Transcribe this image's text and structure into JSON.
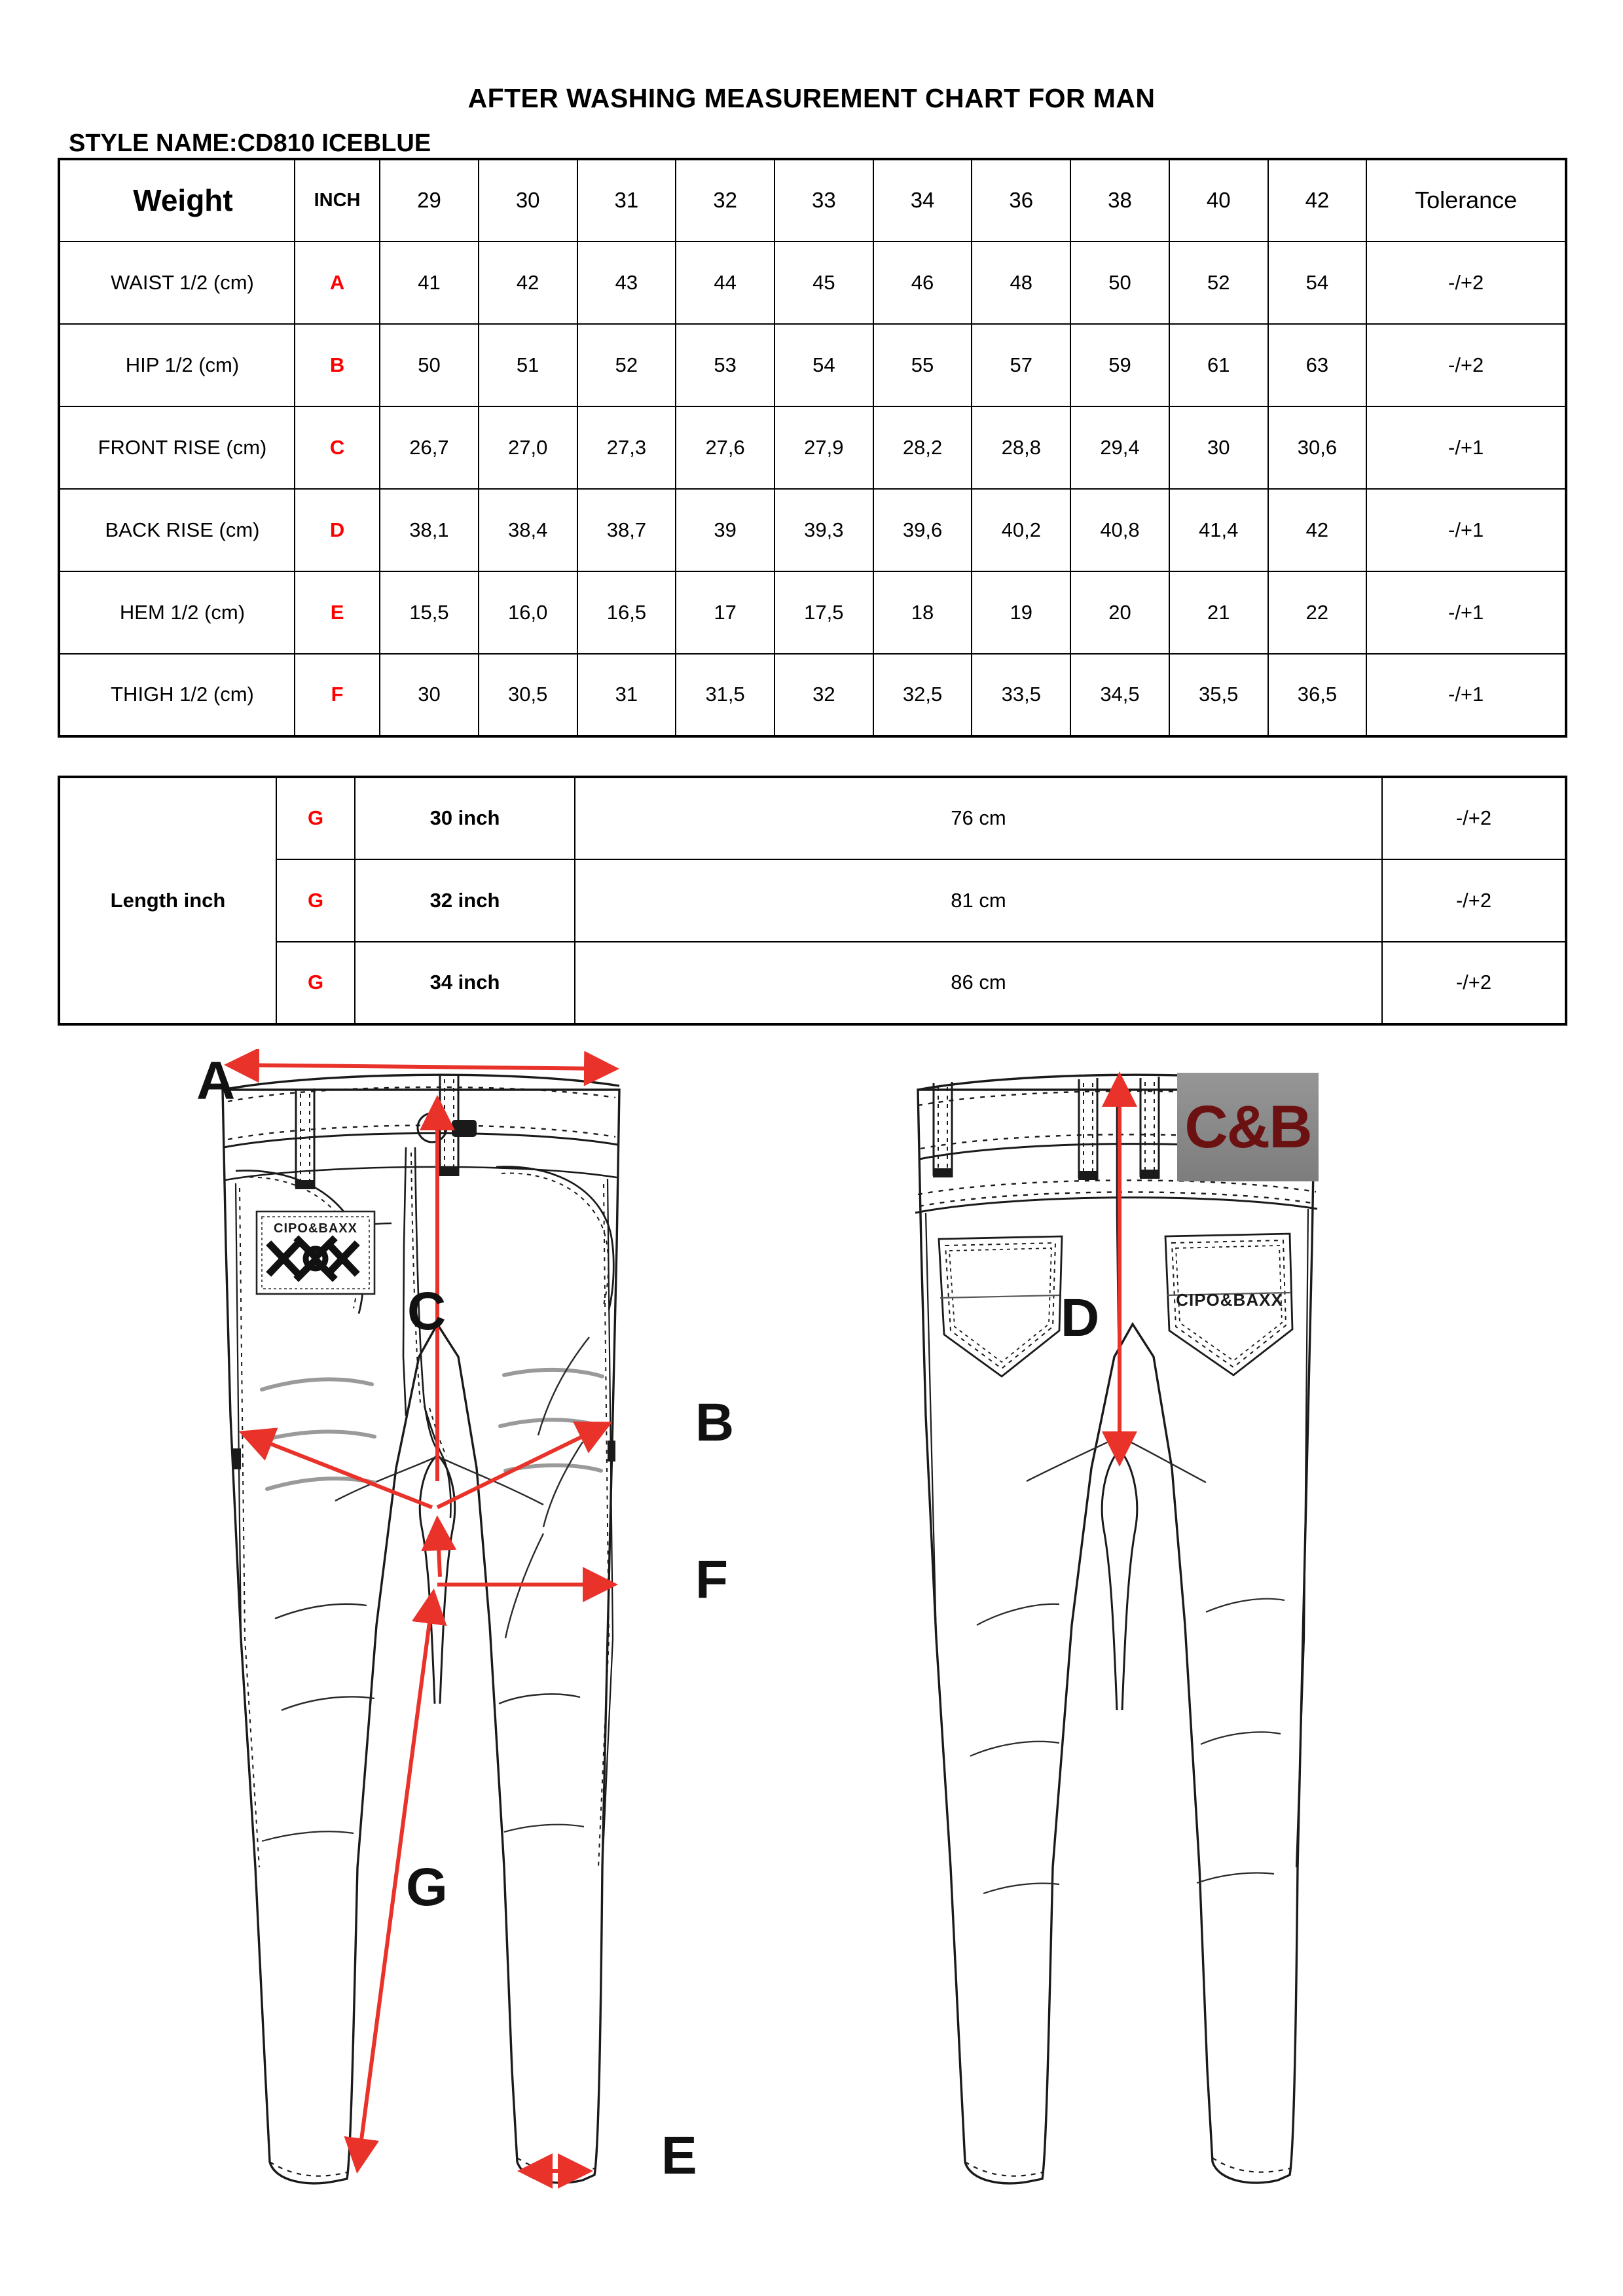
{
  "document": {
    "title": "AFTER WASHING MEASUREMENT CHART FOR MAN",
    "style_name": "STYLE NAME:CD810 ICEBLUE"
  },
  "colors": {
    "code_red": "#ff0000",
    "arrow_red": "#e8322a",
    "text_black": "#000000",
    "brand_patch_bg": "#8a8a8a",
    "brand_patch_text": "#6b1111"
  },
  "chart_data": {
    "type": "table",
    "title": "AFTER WASHING MEASUREMENT CHART FOR MAN",
    "header": {
      "row_label": "Weight",
      "code_label": "INCH",
      "tolerance_label": "Tolerance"
    },
    "categories": [
      "29",
      "30",
      "31",
      "32",
      "33",
      "34",
      "36",
      "38",
      "40",
      "42"
    ],
    "rows": [
      {
        "label": "WAIST 1/2 (cm)",
        "code": "A",
        "values": [
          "41",
          "42",
          "43",
          "44",
          "45",
          "46",
          "48",
          "50",
          "52",
          "54"
        ],
        "tolerance": "-/+2"
      },
      {
        "label": "HIP 1/2 (cm)",
        "code": "B",
        "values": [
          "50",
          "51",
          "52",
          "53",
          "54",
          "55",
          "57",
          "59",
          "61",
          "63"
        ],
        "tolerance": "-/+2"
      },
      {
        "label": "FRONT RISE (cm)",
        "code": "C",
        "values": [
          "26,7",
          "27,0",
          "27,3",
          "27,6",
          "27,9",
          "28,2",
          "28,8",
          "29,4",
          "30",
          "30,6"
        ],
        "tolerance": "-/+1"
      },
      {
        "label": "BACK RISE (cm)",
        "code": "D",
        "values": [
          "38,1",
          "38,4",
          "38,7",
          "39",
          "39,3",
          "39,6",
          "40,2",
          "40,8",
          "41,4",
          "42"
        ],
        "tolerance": "-/+1"
      },
      {
        "label": "HEM 1/2  (cm)",
        "code": "E",
        "values": [
          "15,5",
          "16,0",
          "16,5",
          "17",
          "17,5",
          "18",
          "19",
          "20",
          "21",
          "22"
        ],
        "tolerance": "-/+1"
      },
      {
        "label": "THIGH 1/2 (cm)",
        "code": "F",
        "values": [
          "30",
          "30,5",
          "31",
          "31,5",
          "32",
          "32,5",
          "33,5",
          "34,5",
          "35,5",
          "36,5"
        ],
        "tolerance": "-/+1"
      }
    ]
  },
  "length_table": {
    "title": "Length inch",
    "rows": [
      {
        "code": "G",
        "inch": "30 inch",
        "cm": "76 cm",
        "tolerance": "-/+2"
      },
      {
        "code": "G",
        "inch": "32 inch",
        "cm": "81 cm",
        "tolerance": "-/+2"
      },
      {
        "code": "G",
        "inch": "34 inch",
        "cm": "86 cm",
        "tolerance": "-/+2"
      }
    ]
  },
  "diagram": {
    "front_view": {
      "markers": [
        "A",
        "C",
        "B",
        "F",
        "G",
        "E"
      ],
      "pocket_patch_text": "CIPO&BAXX"
    },
    "back_view": {
      "markers": [
        "D"
      ],
      "waistband_patch_text": "C&B",
      "pocket_text": "CIPO&BAXX"
    }
  }
}
